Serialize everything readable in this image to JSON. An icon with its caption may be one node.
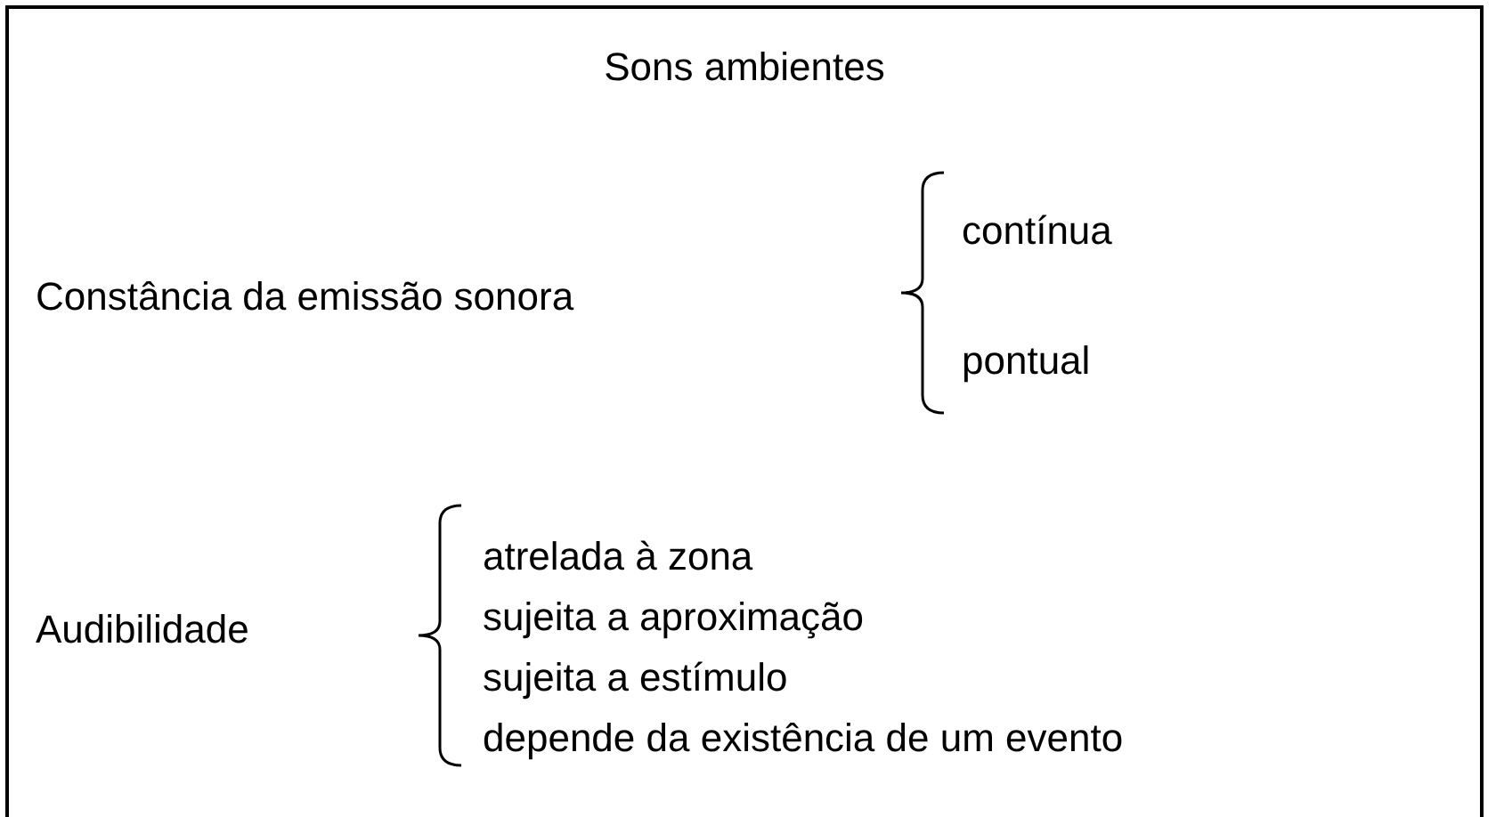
{
  "diagram": {
    "nodes": [
      {
        "text": [
          "Sons ambientes"
        ]
      }
    ],
    "labels": [
      "Constância da emissão sonora",
      "contínua",
      "pontual",
      "Audibilidade",
      "atrelada à zona",
      "sujeita a aproximação",
      "sujeita a estímulo",
      "depende da existência de um evento"
    ]
  }
}
